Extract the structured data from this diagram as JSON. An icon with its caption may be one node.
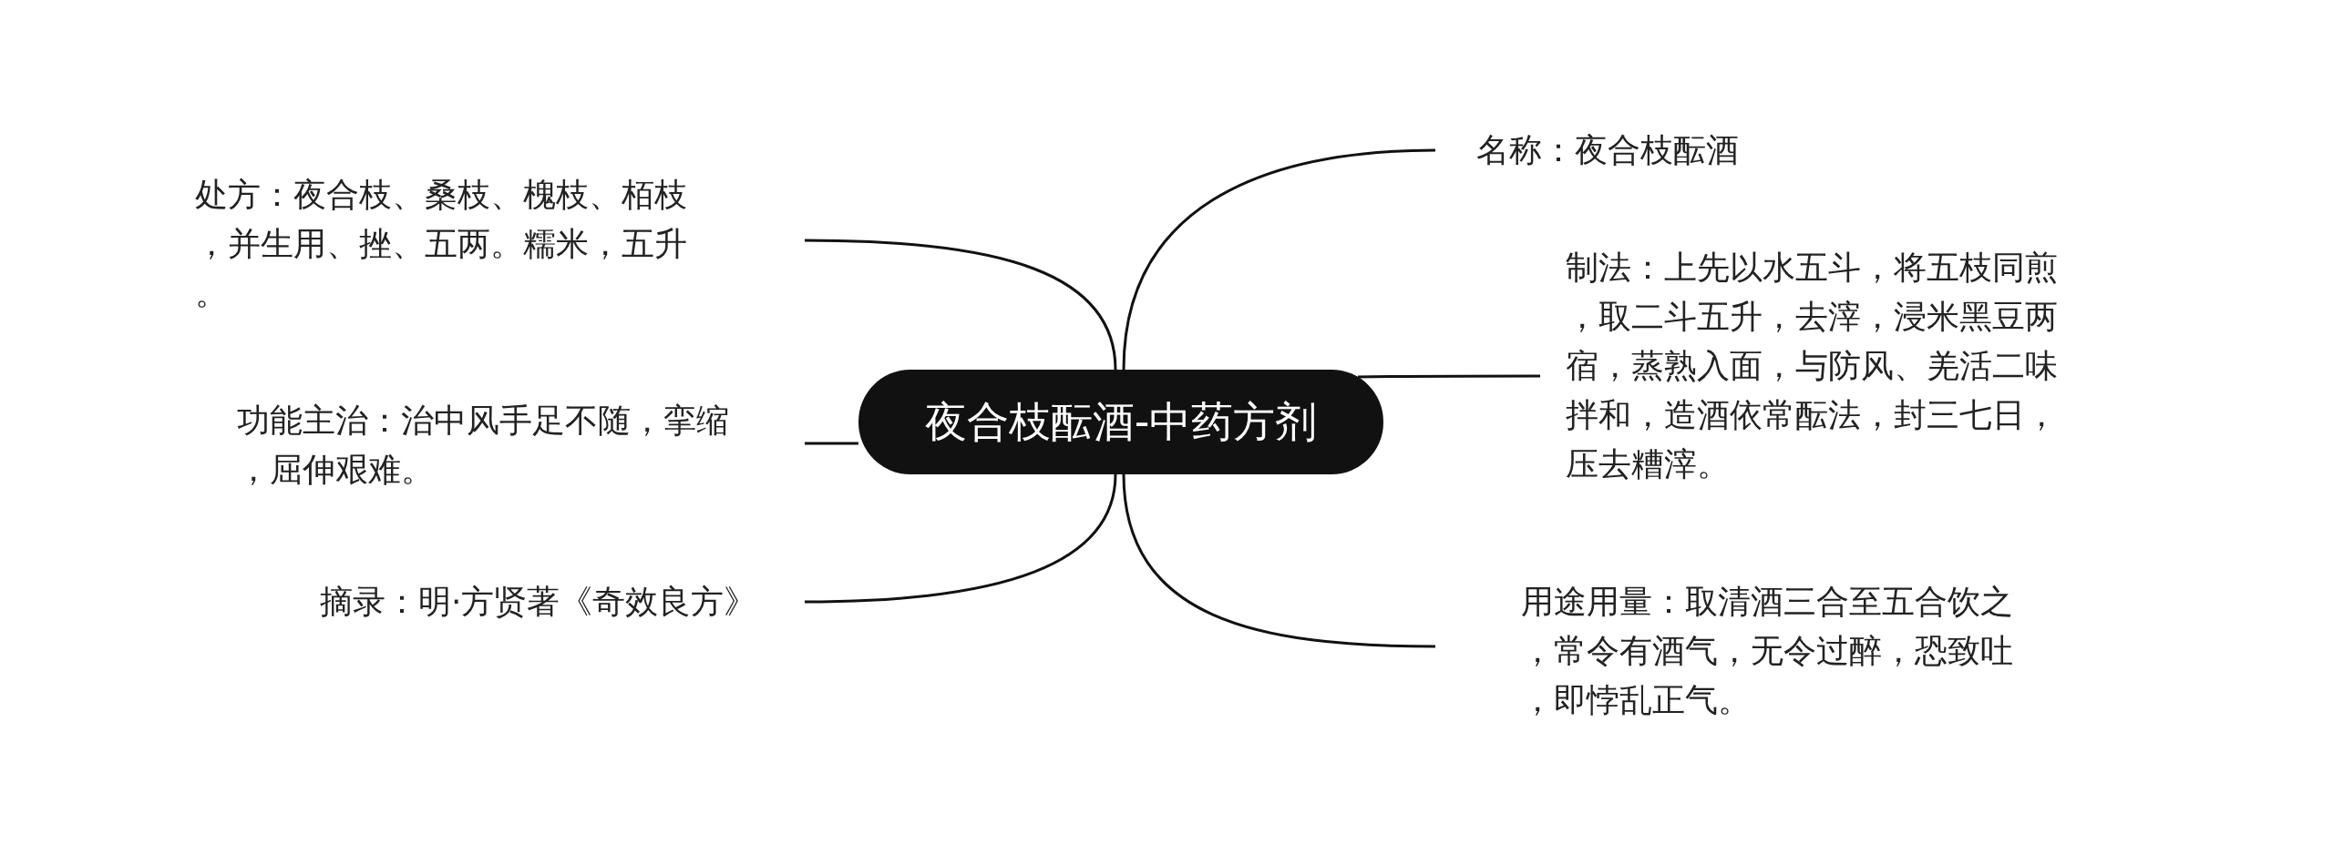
{
  "diagram": {
    "nodes": [
      {
        "text": [
          "夜合枝酝酒-中药方剂"
        ]
      },
      {
        "text": [
          "名称：夜合枝酝酒"
        ]
      },
      {
        "text": [
          "制法：上先以水五斗，将五枝同煎，取二斗五升，去滓，浸米黑豆两宿，蒸熟入面，与防风、羌活二味拌和，造酒依常酝法，封三七日，压去糟滓。"
        ]
      },
      {
        "text": [
          "用途用量：取清酒三合至五合饮之，常令有酒气，无令过醉，恐致吐，即悖乱正气。"
        ]
      },
      {
        "text": [
          "处方：夜合枝、桑枝、槐枝、栢枝，并生用、挫、五两。糯米，五升。"
        ]
      },
      {
        "text": [
          "功能主治：治中风手足不随，挛缩，屈伸艰难。"
        ]
      },
      {
        "text": [
          "摘录：明·方贤著《奇效良方》"
        ]
      }
    ],
    "edges": [
      {
        "from": 0,
        "to": 1,
        "arrow": "none"
      },
      {
        "from": 0,
        "to": 2,
        "arrow": "none"
      },
      {
        "from": 0,
        "to": 3,
        "arrow": "none"
      },
      {
        "from": 0,
        "to": 4,
        "arrow": "none"
      },
      {
        "from": 0,
        "to": 5,
        "arrow": "none"
      },
      {
        "from": 0,
        "to": 6,
        "arrow": "none"
      }
    ]
  }
}
